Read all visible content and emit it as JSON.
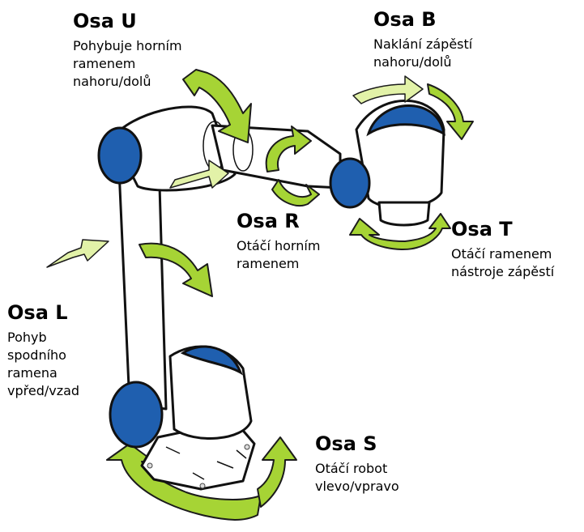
{
  "colors": {
    "arrow_fill": "#A6D435",
    "arrow_stroke": "#1b1b1b",
    "joint_blue": "#1F5FAF",
    "body": "#ffffff",
    "outline": "#111111"
  },
  "axes": {
    "u": {
      "title": "Osa U",
      "desc": [
        "Pohybuje horním",
        "ramenem",
        "nahoru/dolů"
      ]
    },
    "b": {
      "title": "Osa B",
      "desc": [
        "Naklání zápěstí",
        "nahoru/dolů"
      ]
    },
    "r": {
      "title": "Osa R",
      "desc": [
        "Otáčí horním",
        "ramenem"
      ]
    },
    "t": {
      "title": "Osa T",
      "desc": [
        "Otáčí ramenem",
        "nástroje zápěstí"
      ]
    },
    "l": {
      "title": "Osa L",
      "desc": [
        "Pohyb",
        "spodního",
        "ramena",
        "vpřed/vzad"
      ]
    },
    "s": {
      "title": "Osa S",
      "desc": [
        "Otáčí robot",
        "vlevo/vpravo"
      ]
    }
  }
}
